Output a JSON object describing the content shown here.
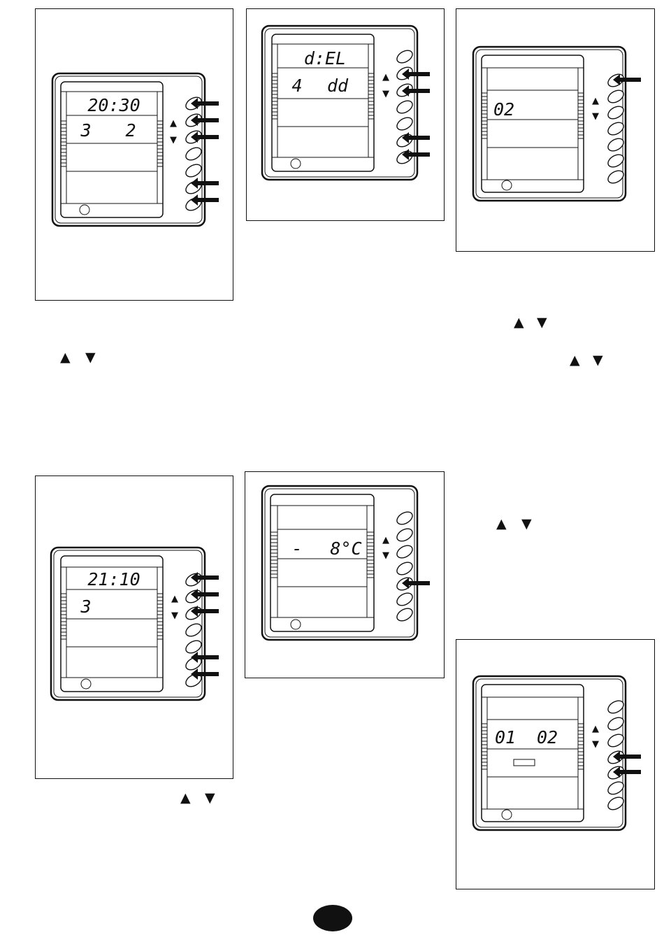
{
  "panels": [
    {
      "id": "p1",
      "line1": "20:30",
      "line2_left": "3",
      "line2_right": "2",
      "arrows_on_buttons": [
        1,
        2,
        3,
        6,
        7
      ]
    },
    {
      "id": "p2",
      "line1": "d:EL",
      "line2_left": "4",
      "line2_right": "dd",
      "arrows_on_buttons": [
        2,
        3,
        6,
        7
      ]
    },
    {
      "id": "p3",
      "line1": "",
      "line2_left": "02",
      "line2_right": "",
      "arrows_on_buttons": [
        1
      ]
    },
    {
      "id": "p4",
      "line1": "21:10",
      "line2_left": "3",
      "line2_right": "",
      "arrows_on_buttons": [
        1,
        2,
        3,
        6,
        7
      ]
    },
    {
      "id": "p5",
      "line1": "",
      "line2_left": "-",
      "line2_right": "8°C",
      "arrows_on_buttons": [
        5
      ]
    },
    {
      "id": "p6",
      "line1": "",
      "line2_left": "01",
      "line2_right": "02",
      "arrows_on_buttons": [
        4,
        5
      ]
    }
  ],
  "symbols": {
    "up": "▲",
    "down": "▼",
    "separator": "/"
  },
  "text_arrow_pairs": [
    {
      "id": "t1",
      "up": "▲",
      "down": "▼"
    },
    {
      "id": "t2",
      "up": "▲",
      "down": "▼"
    },
    {
      "id": "t3",
      "up": "▲",
      "down": "▼"
    },
    {
      "id": "t4",
      "up": "▲",
      "down": "▼"
    },
    {
      "id": "t5",
      "up": "▲",
      "down": "▼"
    }
  ],
  "page_marker": "black oval"
}
